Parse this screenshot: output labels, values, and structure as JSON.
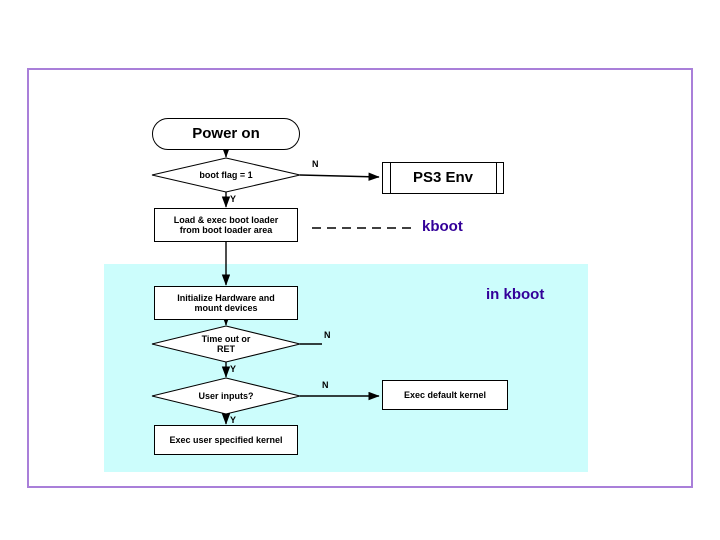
{
  "diagram": {
    "title_colors": {
      "frame_border": "#a97fd9",
      "kboot_region_fill": "#ccfdfc",
      "accent_text": "#330099",
      "node_fill": "#ffffff",
      "node_stroke": "#000000"
    },
    "nodes": {
      "power_on": "Power on",
      "boot_flag": "boot flag = 1",
      "ps3_env": "PS3 Env",
      "load_exec": "Load & exec boot loader\nfrom boot loader area",
      "init_hw": "Initialize Hardware and\nmount devices",
      "timeout_ret": "Time out or\nRET",
      "user_inputs": "User inputs?",
      "exec_default": "Exec default kernel",
      "exec_user": "Exec user specified kernel"
    },
    "branch_labels": {
      "boot_flag_n": "N",
      "boot_flag_y": "Y",
      "timeout_n": "N",
      "timeout_y": "Y",
      "user_inputs_n": "N",
      "user_inputs_y": "Y"
    },
    "annotations": {
      "kboot": "kboot",
      "in_kboot": "in kboot"
    }
  }
}
